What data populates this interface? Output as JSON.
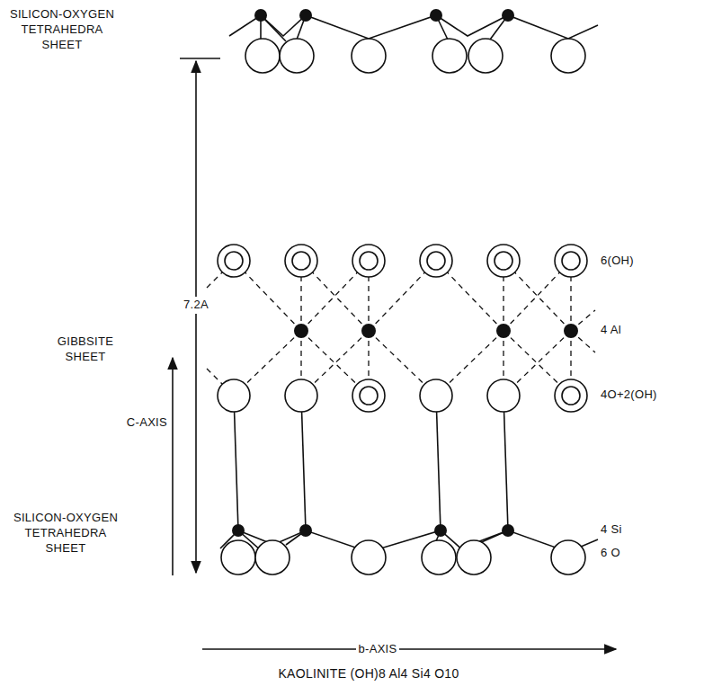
{
  "diagram": {
    "caption": "KAOLINITE (OH)8 Al4 Si4 O10",
    "labels": [
      "SILICON-OXYGEN TETRAHEDRA SHEET",
      "GIBBSITE SHEET",
      "7.2A",
      "C-AXIS",
      "SILICON-OXYGEN TETRAHEDRA SHEET",
      "6(OH)",
      "4 Al",
      "4O+2(OH)",
      "4 Si",
      "6 O",
      "b-AXIS"
    ]
  }
}
